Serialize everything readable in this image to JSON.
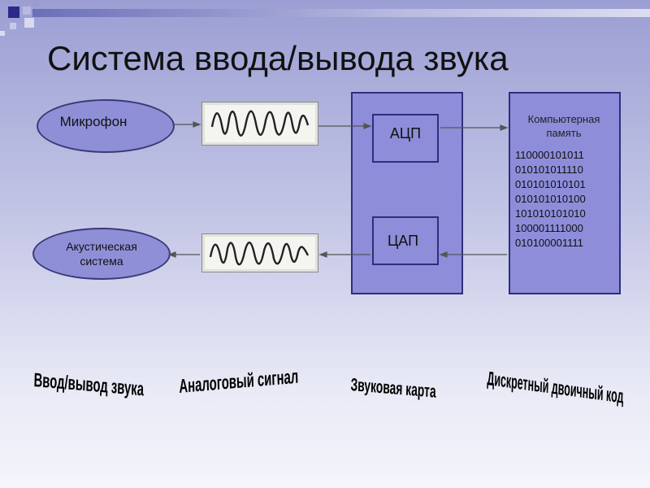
{
  "title": "Система ввода/вывода звука",
  "diagram": {
    "microphone": "Микрофон",
    "speaker": "Акустическая система",
    "adc": "АЦП",
    "dac": "ЦАП",
    "memory_title": "Компьютерная память",
    "memory_bits": [
      "110000101011",
      "010101011110",
      "010101010101",
      "010101010100",
      "101010101010",
      "100001111000",
      "010100001111"
    ]
  },
  "captions": {
    "io": "Ввод/вывод звука",
    "analog": "Аналоговый сигнал",
    "soundcard": "Звуковая карта",
    "digital": "Дискретный двоичный код"
  },
  "colors": {
    "block_fill": "#8d8dda",
    "block_border": "#2e2e7c",
    "accent_square": "#2a2a8a"
  }
}
